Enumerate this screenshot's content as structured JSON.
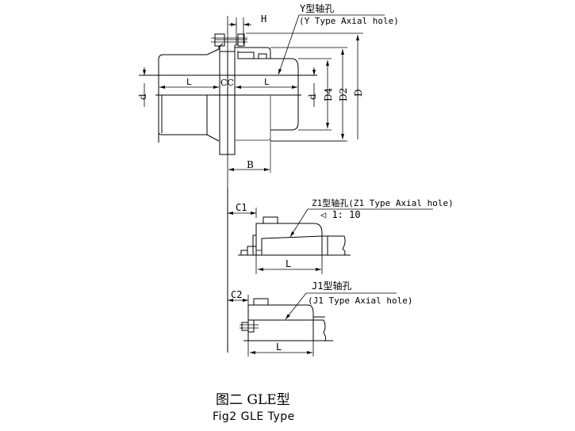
{
  "figure": {
    "caption_cn": "图二 GLE型",
    "caption_en": "Fig2 GLE Type",
    "color": "#000000"
  },
  "main_view": {
    "callout_y_title": "Y型轴孔",
    "callout_y_sub": "(Y Type Axial hole)",
    "dim_H": "H",
    "dim_L_left": "L",
    "dim_L_right": "L",
    "dim_C": "CC",
    "dim_d_left": "d",
    "dim_d_right": "d",
    "dim_D4": "D4",
    "dim_D2": "D2",
    "dim_D": "D",
    "dim_B": "B"
  },
  "z1_view": {
    "dim_C1": "C1",
    "callout_title": "Z1型轴孔(Z1 Type Axial hole)",
    "taper": "◁ 1: 10",
    "dim_L": "L"
  },
  "j1_view": {
    "dim_C2": "C2",
    "callout_title": "J1型轴孔",
    "callout_sub": "(J1 Type Axial hole)",
    "dim_L": "L"
  }
}
